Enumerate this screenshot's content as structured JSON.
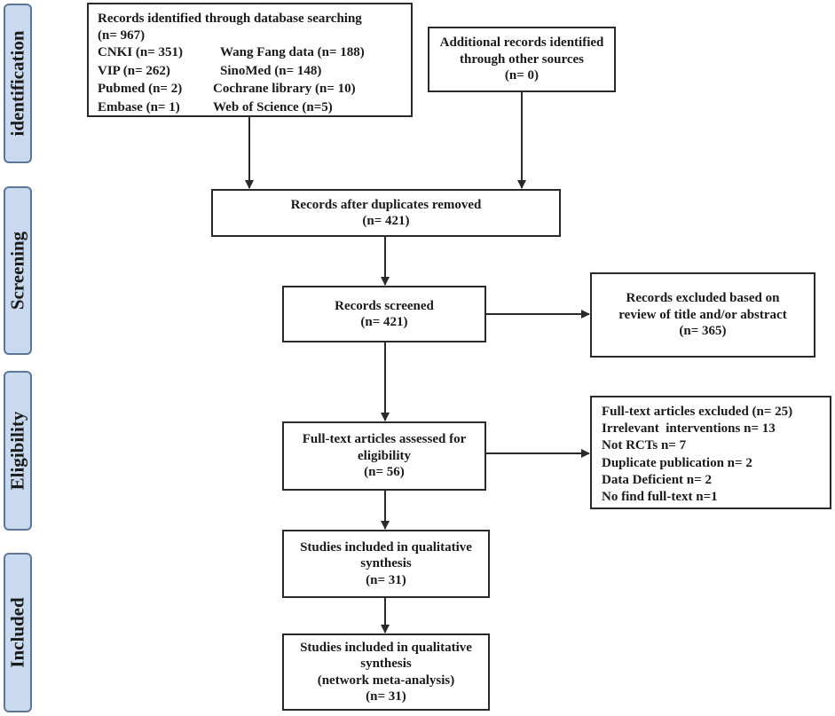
{
  "stages": {
    "identification": "identification",
    "screening": "Screening",
    "eligibility": "Eligibility",
    "included": "Included"
  },
  "db_search": {
    "title": "Records identified through database searching",
    "total": "(n= 967)",
    "sources": [
      "CNKI (n= 351)",
      "Wang Fang data (n= 188)",
      "VIP (n= 262)",
      "SinoMed (n= 148)",
      "Pubmed (n= 2)",
      "Cochrane library (n= 10)",
      "Embase (n= 1)",
      "Web of Science (n=5)"
    ]
  },
  "other_sources": {
    "lines": [
      "Additional records identified",
      "through other sources",
      "(n= 0)"
    ]
  },
  "duplicates_removed": {
    "lines": [
      "Records after duplicates removed",
      "(n= 421)"
    ]
  },
  "screened": {
    "lines": [
      "Records screened",
      "(n= 421)"
    ]
  },
  "excluded_title": {
    "lines": [
      "Records excluded based on",
      "review of title and/or abstract",
      "(n= 365)"
    ]
  },
  "fulltext_assessed": {
    "lines": [
      "Full-text articles assessed for",
      "eligibility",
      "(n= 56)"
    ]
  },
  "fulltext_excluded": {
    "lines": [
      "Full-text articles excluded (n= 25)",
      "Irrelevant  interventions n= 13",
      "Not RCTs n= 7",
      "Duplicate publication n= 2",
      "Data Deficient n= 2",
      "No find full-text n=1"
    ]
  },
  "qualitative": {
    "lines": [
      "Studies included in qualitative",
      "synthesis",
      "(n= 31)"
    ]
  },
  "quantitative": {
    "lines": [
      "Studies included in qualitative",
      "synthesis",
      "(network meta-analysis)",
      "(n= 31)"
    ]
  }
}
